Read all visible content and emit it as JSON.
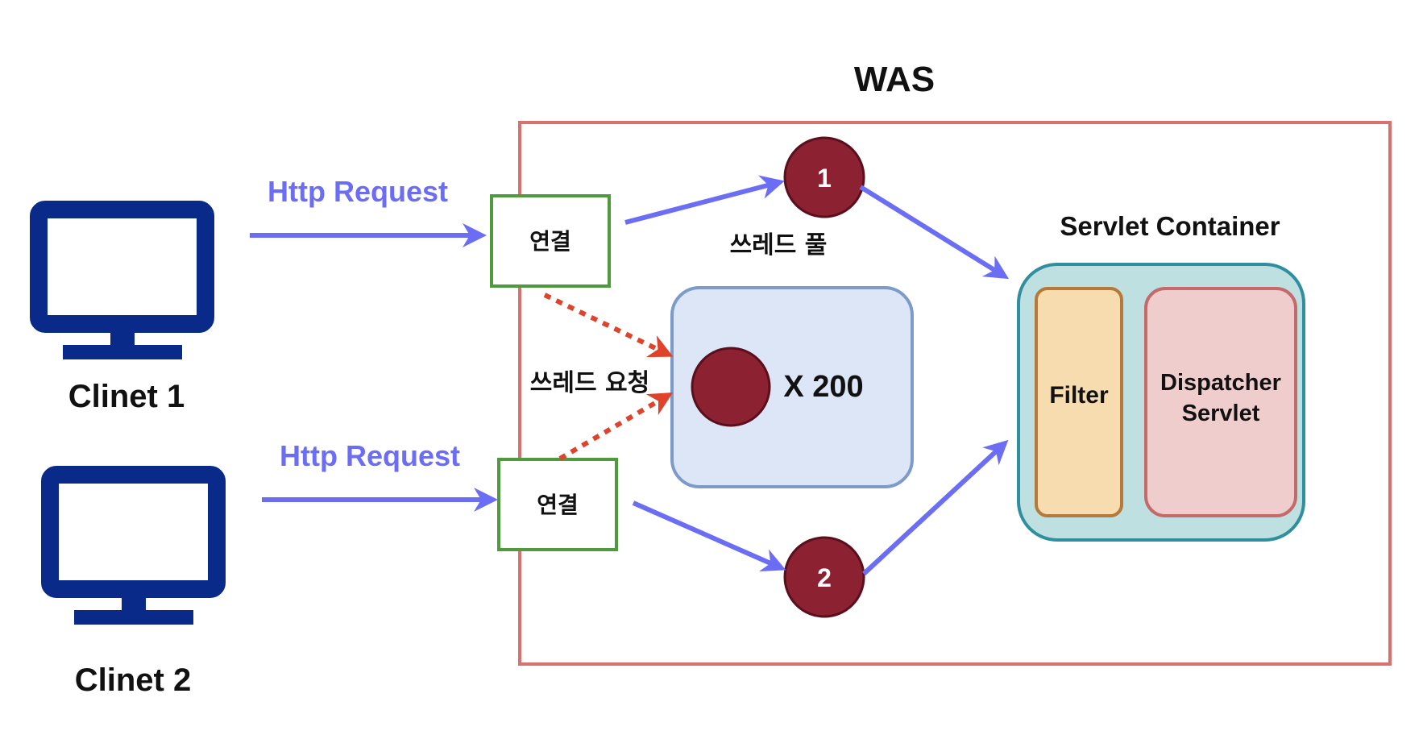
{
  "was": {
    "title": "WAS"
  },
  "clients": [
    {
      "label": "Clinet 1",
      "request_label": "Http Request",
      "connection_label": "연결"
    },
    {
      "label": "Clinet 2",
      "request_label": "Http Request",
      "connection_label": "연결"
    }
  ],
  "thread_pool": {
    "label": "쓰레드 풀",
    "count_label": "X 200",
    "request_label": "쓰레드 요청",
    "threads": [
      "1",
      "2"
    ]
  },
  "servlet_container": {
    "title": "Servlet Container",
    "filter_label": "Filter",
    "dispatcher_line1": "Dispatcher",
    "dispatcher_line2": "Servlet"
  },
  "colors": {
    "arrow": "#6b6ef5",
    "request_text": "#6b6ef5",
    "dashed_arrow": "#e0432c",
    "was_border": "#d9716e",
    "connection_border": "#4e9a3c",
    "thread": "#8b2131",
    "monitor": "#0a2a8a",
    "pool_fill": "#dce6f7",
    "pool_border": "#7d9bc9",
    "container_fill": "#bfe0e0",
    "container_border": "#2f8f9e",
    "filter_fill": "#f7dcb0",
    "filter_border": "#b5793a",
    "dispatcher_fill": "#efcdcd",
    "dispatcher_border": "#c46a6a"
  },
  "icons": [
    "monitor-icon",
    "monitor-icon"
  ]
}
